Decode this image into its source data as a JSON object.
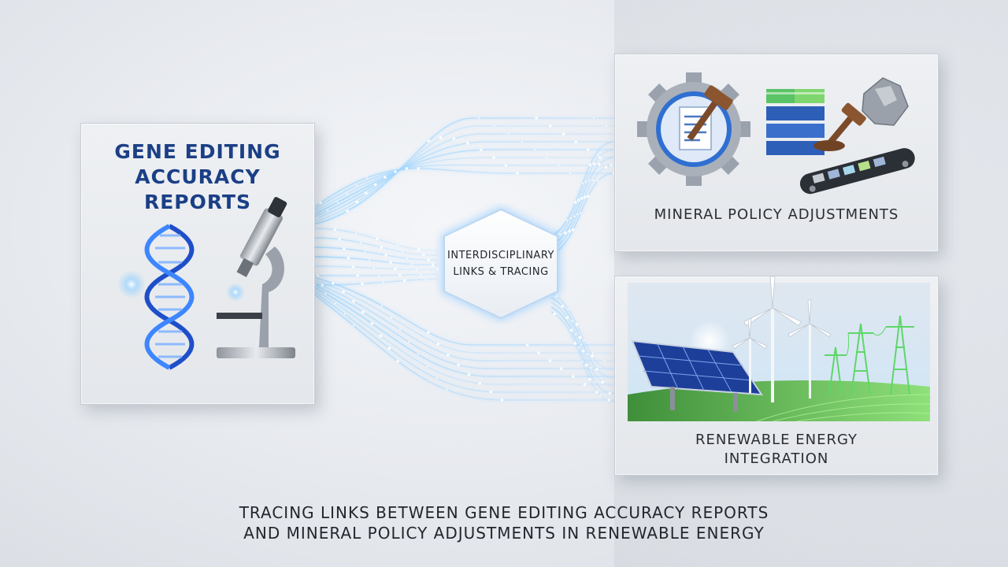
{
  "left_panel": {
    "title": "GENE EDITING ACCURACY REPORTS"
  },
  "hub": {
    "label_line1": "INTERDISCIPLINARY",
    "label_line2": "LINKS & TRACING"
  },
  "mineral_panel": {
    "title": "MINERAL POLICY ADJUSTMENTS"
  },
  "energy_panel": {
    "title": "RENEWABLE ENERGY INTEGRATION"
  },
  "caption": {
    "line1": "TRACING LINKS BETWEEN GENE EDITING ACCURACY REPORTS",
    "line2": "AND MINERAL POLICY ADJUSTMENTS IN RENEWABLE ENERGY"
  },
  "colors": {
    "title_blue": "#1b3f86",
    "glow_blue": "#6ab8ff",
    "panel_bg": "#e8ebef",
    "text_dark": "#23262c",
    "solar_blue": "#1d3f9a",
    "grid_green": "#5fd66a"
  },
  "icons": [
    "dna-helix-icon",
    "microscope-icon",
    "gear-document-icon",
    "gavel-icon",
    "battery-stack-icon",
    "ore-rock-icon",
    "conveyor-icon",
    "solar-panel-icon",
    "wind-turbine-icon",
    "power-pylon-icon"
  ]
}
